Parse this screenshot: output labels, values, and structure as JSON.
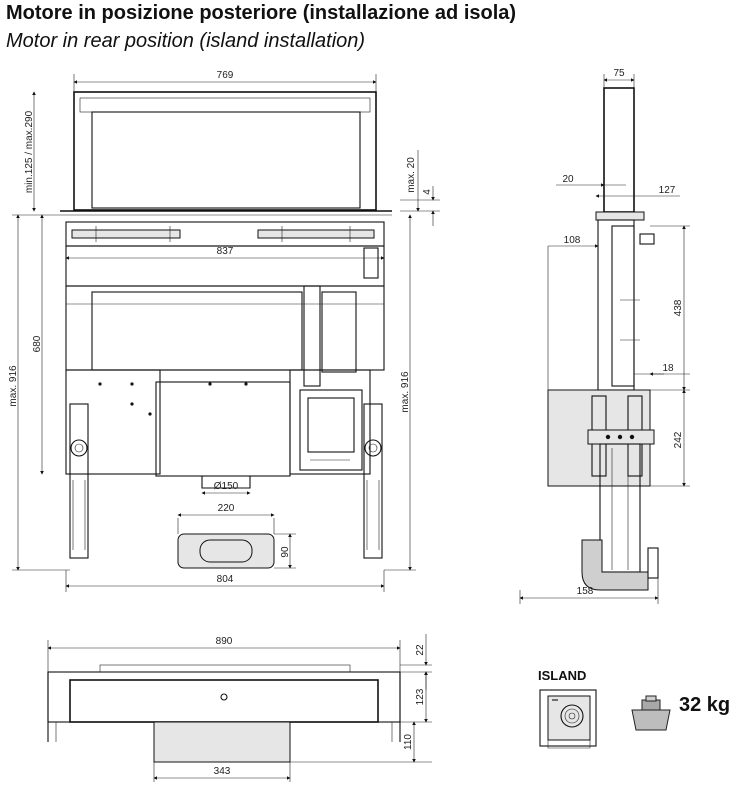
{
  "title": {
    "italian": "Motore in posizione posteriore (installazione ad isola)",
    "english": "Motor in rear position (island installation)"
  },
  "front_view": {
    "dims": {
      "top_width": "769",
      "height_range": "min.125 / max.290",
      "max_20": "max. 20",
      "gap_4": "4",
      "width_837": "837",
      "height_680": "680",
      "left_max_916": "max. 916",
      "right_max_916": "max. 916",
      "duct_150": "Ø150",
      "outlet_220": "220",
      "outlet_90": "90",
      "base_804": "804"
    }
  },
  "side_view": {
    "dims": {
      "top_75": "75",
      "d20": "20",
      "d127": "127",
      "d108": "108",
      "d438": "438",
      "d18": "18",
      "d242": "242",
      "d158": "158"
    }
  },
  "top_view": {
    "dims": {
      "width_890": "890",
      "d22": "22",
      "d123": "123",
      "d110": "110",
      "d343": "343"
    }
  },
  "installation": {
    "label": "ISLAND",
    "icon": "island-installation-icon"
  },
  "weight": {
    "label": "32 kg",
    "icon": "weight-icon"
  }
}
